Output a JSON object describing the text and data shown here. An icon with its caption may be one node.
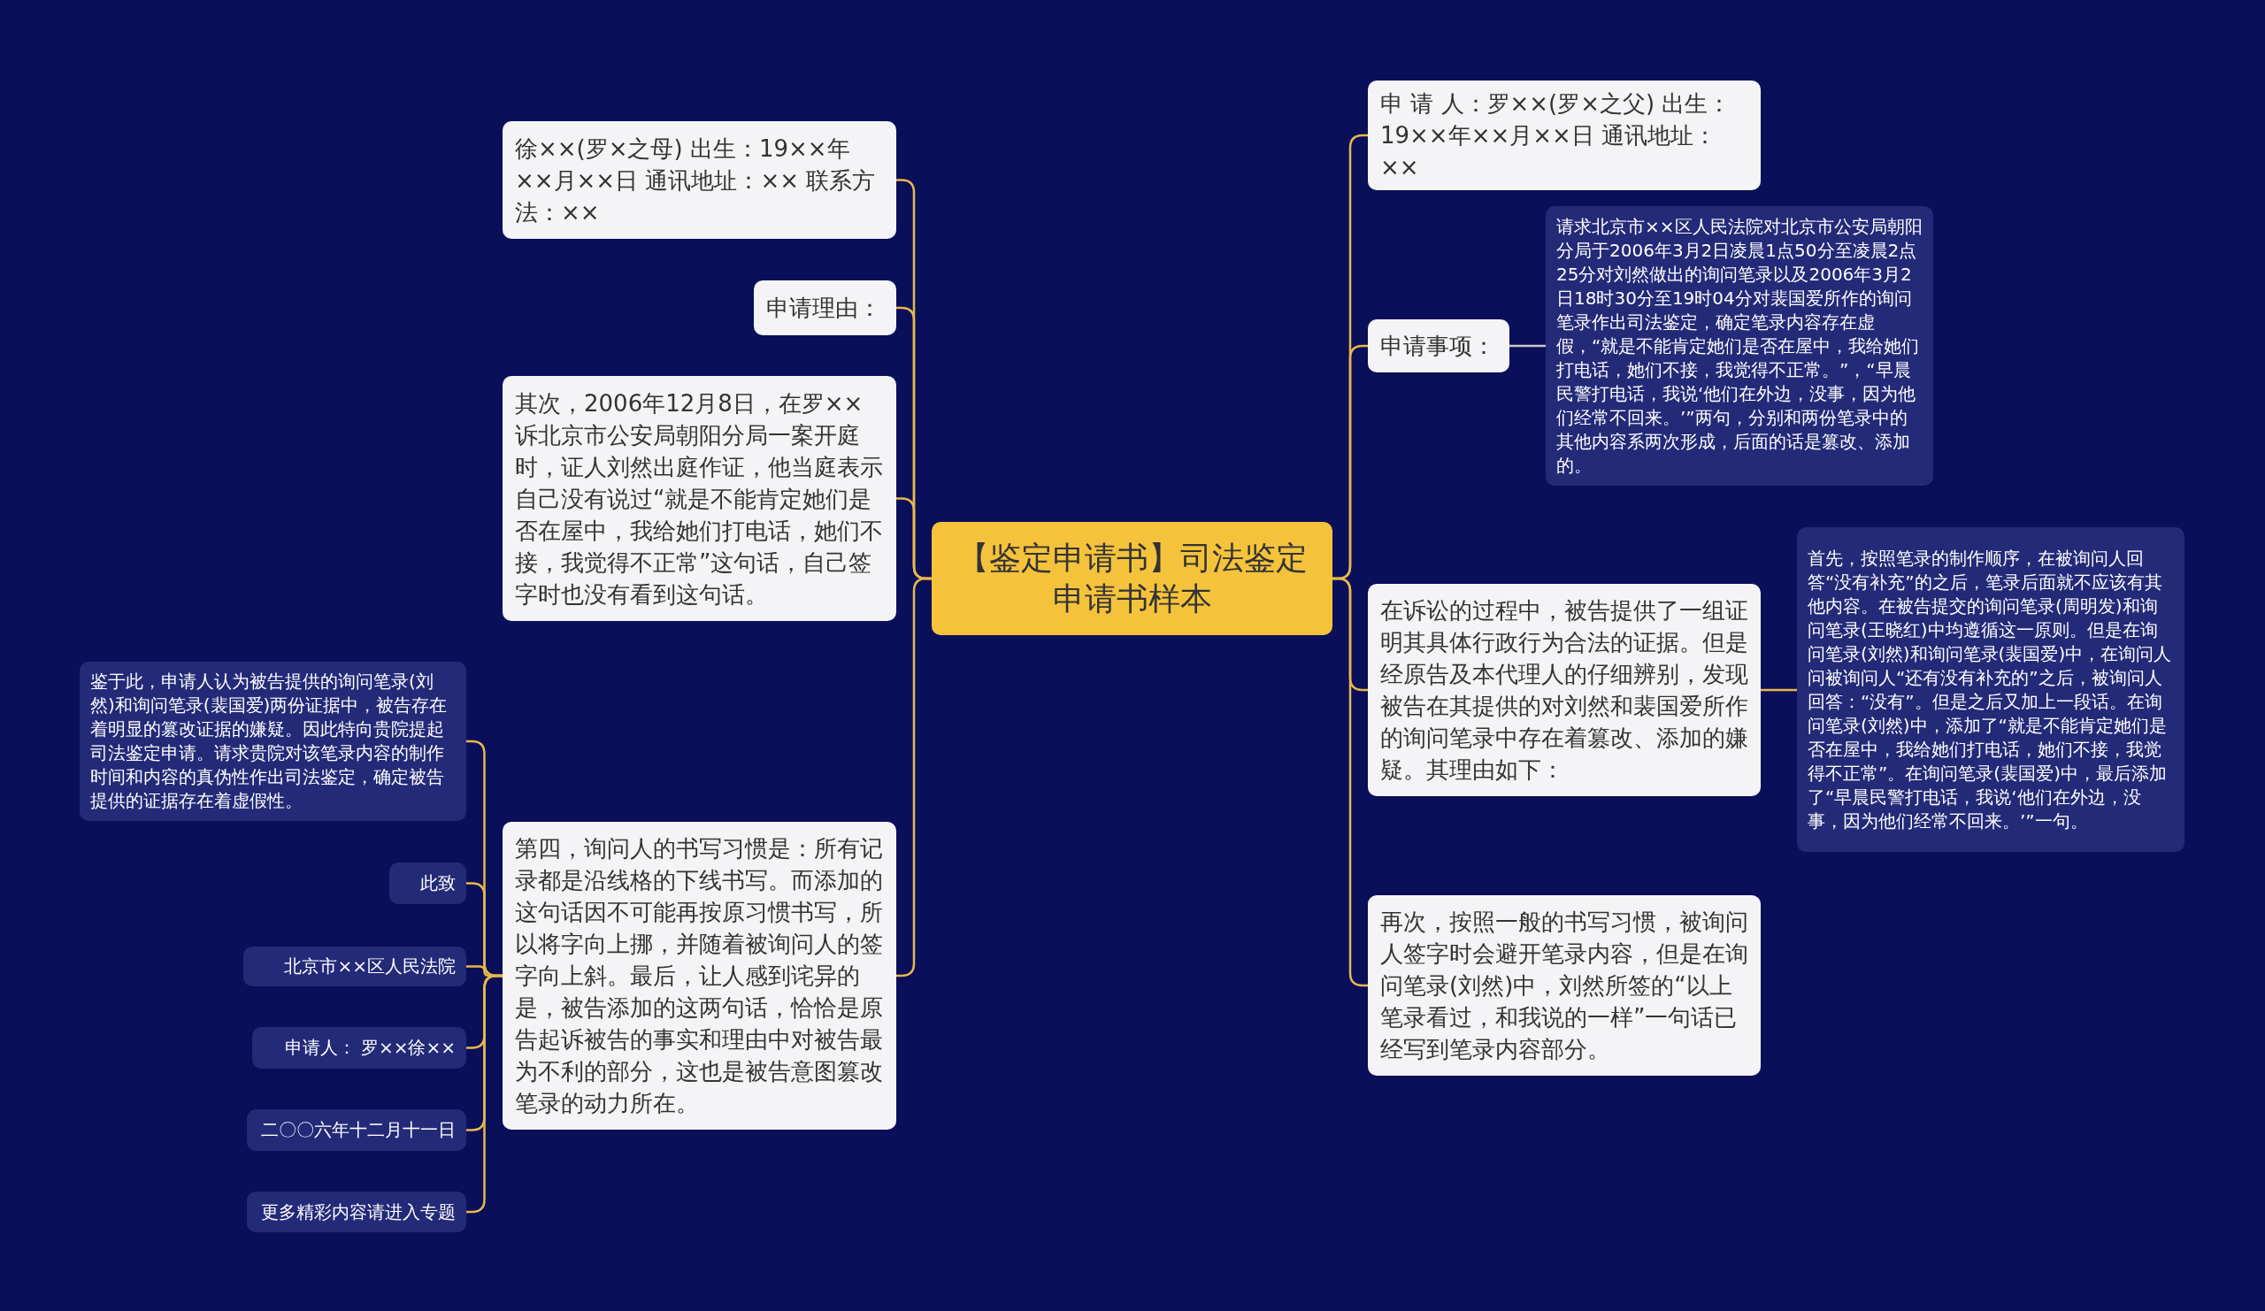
{
  "diagram": {
    "nodes": [
      {
        "text": [
          "【鉴定申请书】司法鉴定申请书样本"
        ]
      },
      {
        "text": [
          "徐××(罗×之母) 出生：19××年××月××日 通讯地址：×× 联系方法：××"
        ]
      },
      {
        "text": [
          "申请理由："
        ]
      },
      {
        "text": [
          "其次，2006年12月8日，在罗××诉北京市公安局朝阳分局一案开庭时，证人刘然出庭作证，他当庭表示自己没有说过“就是不能肯定她们是否在屋中，我给她们打电话，她们不接，我觉得不正常”这句话，自己签字时也没有看到这句话。"
        ]
      },
      {
        "text": [
          "第四，询问人的书写习惯是：所有记录都是沿线格的下线书写。而添加的这句话因不可能再按原习惯书写，所以将字向上挪，并随着被询问人的签字向上斜。最后，让人感到诧异的是，被告添加的这两句话，恰恰是原告起诉被告的事实和理由中对被告最为不利的部分，这也是被告意图篡改笔录的动力所在。"
        ]
      },
      {
        "text": [
          "鉴于此，申请人认为被告提供的询问笔录(刘然)和询问笔录(裴国爱)两份证据中，被告存在着明显的篡改证据的嫌疑。因此特向贵院提起司法鉴定申请。请求贵院对该笔录内容的制作时间和内容的真伪性作出司法鉴定，确定被告提供的证据存在着虚假性。"
        ]
      },
      {
        "text": [
          "此致"
        ]
      },
      {
        "text": [
          "北京市××区人民法院"
        ]
      },
      {
        "text": [
          "申请人： 罗××徐××"
        ]
      },
      {
        "text": [
          "二〇〇六年十二月十一日"
        ]
      },
      {
        "text": [
          "更多精彩内容请进入专题"
        ]
      },
      {
        "text": [
          "申 请 人：罗××(罗×之父) 出生：19××年××月××日 通讯地址：××"
        ]
      },
      {
        "text": [
          "申请事项："
        ]
      },
      {
        "text": [
          "请求北京市××区人民法院对北京市公安局朝阳分局于2006年3月2日凌晨1点50分至凌晨2点25分对刘然做出的询问笔录以及2006年3月2日18时30分至19时04分对裴国爱所作的询问笔录作出司法鉴定，确定笔录内容存在虚假，“就是不能肯定她们是否在屋中，我给她们打电话，她们不接，我觉得不正常。”，“早晨民警打电话，我说‘他们在外边，没事，因为他们经常不回来。’”两句，分别和两份笔录中的其他内容系两次形成，后面的话是篡改、添加的。"
        ]
      },
      {
        "text": [
          "在诉讼的过程中，被告提供了一组证明其具体行政行为合法的证据。但是经原告及本代理人的仔细辨别，发现被告在其提供的对刘然和裴国爱所作的询问笔录中存在着篡改、添加的嫌疑。其理由如下："
        ]
      },
      {
        "text": [
          "首先，按照笔录的制作顺序，在被询问人回答“没有补充”的之后，笔录后面就不应该有其他内容。在被告提交的询问笔录(周明发)和询问笔录(王晓红)中均遵循这一原则。但是在询问笔录(刘然)和询问笔录(裴国爱)中，在询问人问被询问人“还有没有补充的”之后，被询问人回答：“没有”。但是之后又加上一段话。在询问笔录(刘然)中，添加了“就是不能肯定她们是否在屋中，我给她们打电话，她们不接，我觉得不正常”。在询问笔录(裴国爱)中，最后添加了“早晨民警打电话，我说‘他们在外边，没事，因为他们经常不回来。’”一句。"
        ]
      },
      {
        "text": [
          "再次，按照一般的书写习惯，被询问人签字时会避开笔录内容，但是在询问笔录(刘然)中，刘然所签的“以上笔录看过，和我说的一样”一句话已经写到笔录内容部分。"
        ]
      }
    ],
    "edges": [
      {
        "from": 0,
        "to": 1,
        "arrow": "none"
      },
      {
        "from": 0,
        "to": 2,
        "arrow": "none"
      },
      {
        "from": 0,
        "to": 3,
        "arrow": "none"
      },
      {
        "from": 0,
        "to": 4,
        "arrow": "none"
      },
      {
        "from": 4,
        "to": 5,
        "arrow": "none"
      },
      {
        "from": 4,
        "to": 6,
        "arrow": "none"
      },
      {
        "from": 4,
        "to": 7,
        "arrow": "none"
      },
      {
        "from": 4,
        "to": 8,
        "arrow": "none"
      },
      {
        "from": 4,
        "to": 9,
        "arrow": "none"
      },
      {
        "from": 4,
        "to": 10,
        "arrow": "none"
      },
      {
        "from": 0,
        "to": 11,
        "arrow": "none"
      },
      {
        "from": 0,
        "to": 12,
        "arrow": "none"
      },
      {
        "from": 12,
        "to": 13,
        "arrow": "none",
        "color": "#c8c8c8"
      },
      {
        "from": 0,
        "to": 14,
        "arrow": "none"
      },
      {
        "from": 14,
        "to": 15,
        "arrow": "none"
      },
      {
        "from": 0,
        "to": 16,
        "arrow": "none"
      }
    ]
  }
}
